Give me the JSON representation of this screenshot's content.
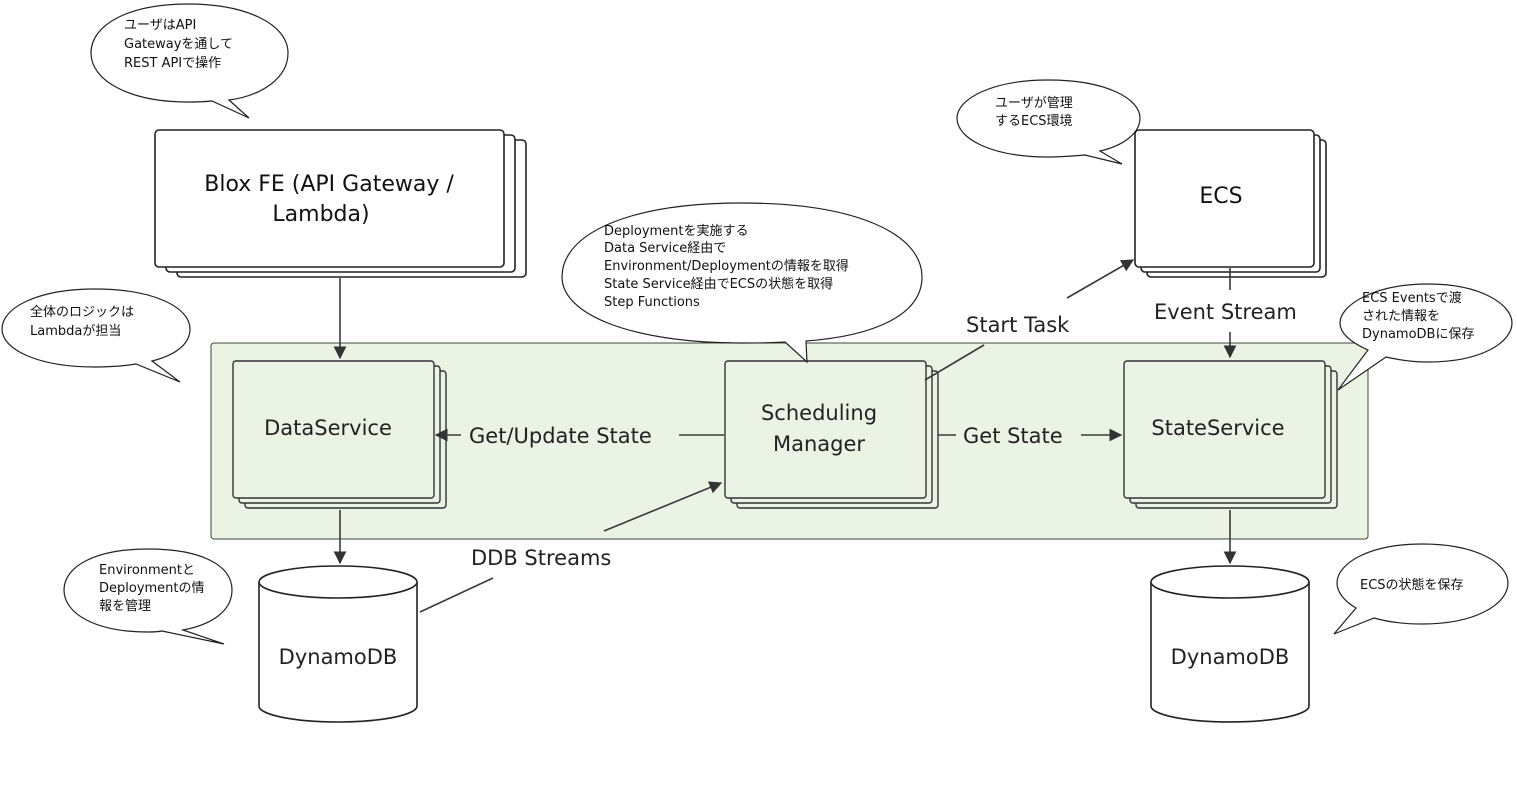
{
  "nodes": {
    "blox_fe": {
      "lines": [
        "Blox FE (API Gateway /",
        "Lambda)"
      ]
    },
    "ecs": {
      "label": "ECS"
    },
    "data_service": {
      "label": "DataService"
    },
    "scheduling_manager": {
      "lines": [
        "Scheduling",
        "Manager"
      ]
    },
    "state_service": {
      "label": "StateService"
    },
    "dynamodb_left": {
      "label": "DynamoDB"
    },
    "dynamodb_right": {
      "label": "DynamoDB"
    }
  },
  "edges": {
    "get_update_state": "Get/Update State",
    "get_state": "Get State",
    "start_task": "Start Task",
    "event_stream": "Event Stream",
    "ddb_streams": "DDB Streams"
  },
  "notes": {
    "api_gateway": [
      "ユーザはAPI",
      "Gatewayを通して",
      "REST APIで操作"
    ],
    "lambda_logic": [
      "全体のロジックは",
      "Lambdaが担当"
    ],
    "ecs_user": [
      "ユーザが管理",
      "するECS環境"
    ],
    "deployment": [
      "Deploymentを実施する",
      "Data Service経由で",
      "Environment/Deploymentの情報を取得",
      "State Service経由でECSの状態を取得",
      "Step Functions"
    ],
    "ecs_events": [
      "ECS Eventsで渡",
      "された情報を",
      "DynamoDBに保存"
    ],
    "environment_info": [
      "Environmentと",
      "Deploymentの情",
      "報を管理"
    ],
    "ecs_state": [
      "ECSの状態を保存"
    ]
  }
}
